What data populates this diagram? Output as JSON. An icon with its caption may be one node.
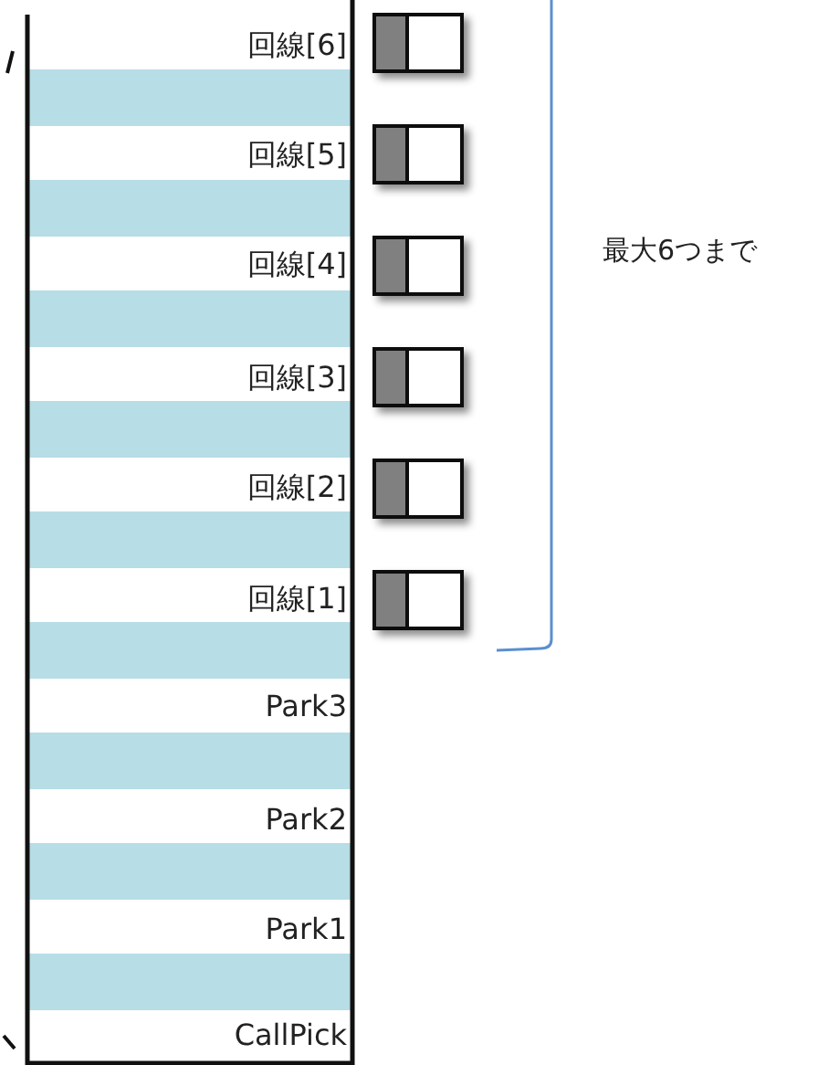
{
  "diagram": {
    "labels": [
      "回線[6]",
      "回線[5]",
      "回線[4]",
      "最大6つまで",
      "回線[3]",
      "回線[2]",
      "回線[1]",
      "Park3",
      "Park2",
      "Park1",
      "CallPick"
    ]
  }
}
